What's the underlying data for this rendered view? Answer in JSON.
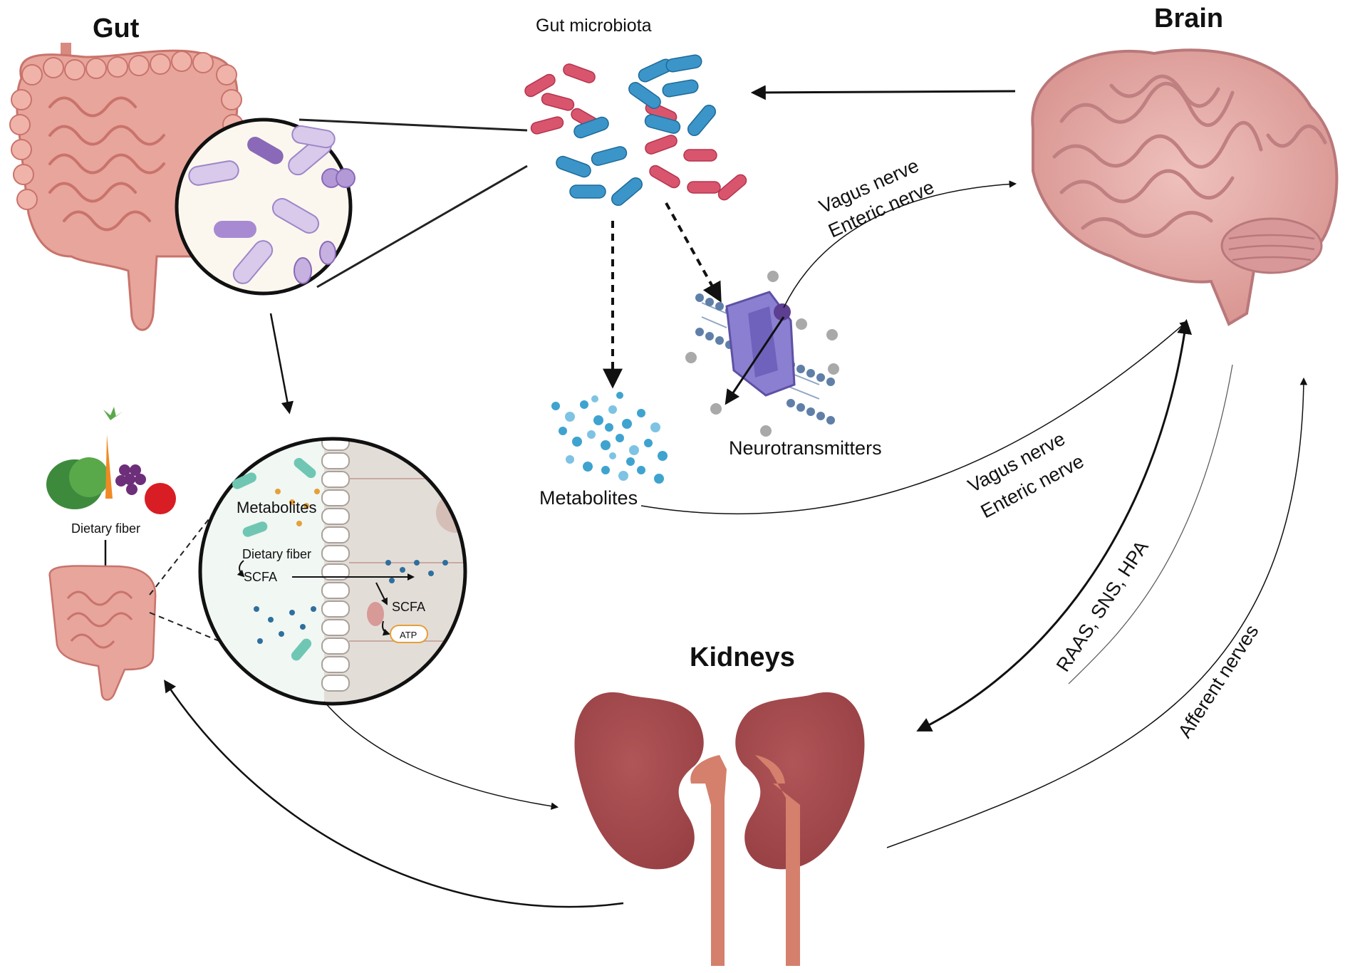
{
  "organs": {
    "gut": "Gut",
    "brain": "Brain",
    "kidneys": "Kidneys"
  },
  "labels": {
    "gut_microbiota": "Gut microbiota",
    "neurotransmitters": "Neurotransmitters",
    "metabolites_top": "Metabolites",
    "vagus_top": "Vagus nerve",
    "enteric_top": "Enteric nerve",
    "vagus_mid": "Vagus nerve",
    "enteric_mid": "Enteric nerve",
    "raas": "RAAS, SNS, HPA",
    "afferent": "Afferent nerves",
    "dietary_fiber_food": "Dietary fiber",
    "inset_metabolites": "Metabolites",
    "inset_dietary_fiber": "Dietary fiber",
    "inset_scfa_1": "SCFA",
    "inset_scfa_2": "SCFA",
    "inset_atp": "ATP"
  },
  "colors": {
    "kidney": "#a24b4e",
    "ureter": "#d4806d",
    "gut": "#e39a91",
    "gut_dark": "#c9736b",
    "brain": "#e8b0ad",
    "brain_dark": "#c98b88",
    "bacteria_red": "#d9556d",
    "bacteria_blue": "#3c95c9",
    "receptor": "#8b7fd1",
    "metabolite": "#3fa3cf"
  }
}
